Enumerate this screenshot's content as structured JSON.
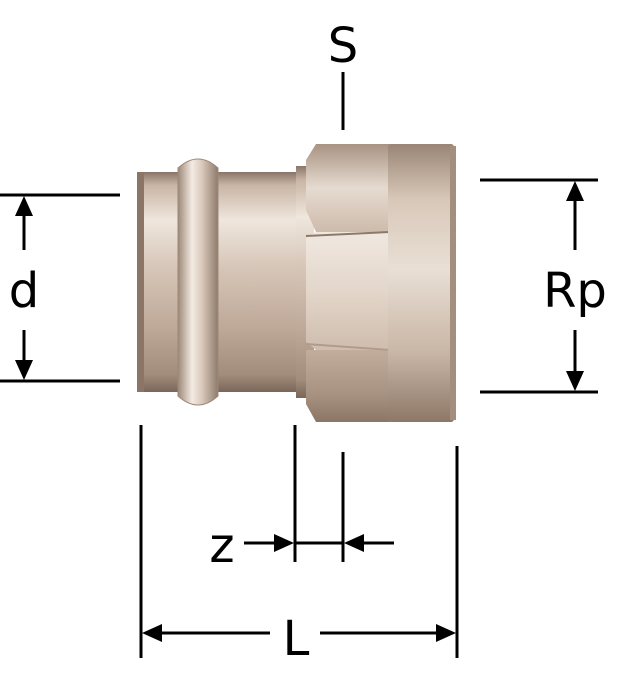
{
  "labels": {
    "s": "S",
    "d": "d",
    "rp": "Rp",
    "z": "z",
    "l": "L"
  },
  "colors": {
    "line": "#000000",
    "metal_light": "#ece3da",
    "metal_mid": "#d2c2b4",
    "metal_dark": "#9c8877",
    "metal_shadow": "#6e5e52",
    "background": "#ffffff"
  }
}
